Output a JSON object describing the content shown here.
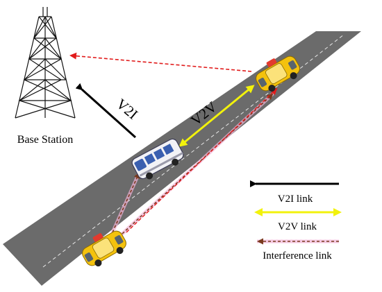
{
  "labels": {
    "base_station": "Base Station",
    "v2i": "V2I",
    "v2v": "V2V"
  },
  "legend": {
    "v2i_link": "V2I link",
    "v2v_link": "V2V link",
    "interference_link": "Interference link"
  },
  "colors": {
    "road": "#6b6b6b",
    "v2i": "#000000",
    "v2v": "#f2f20c",
    "interference": "#7a3a1e",
    "interference_halo": "#f2b3d6",
    "v2i_signal": "#e11b1b",
    "taxi_yellow": "#f4c20d",
    "bus_body": "#f2f2f6",
    "bus_window": "#3a5fb0"
  },
  "icons": {
    "tower": "base-station-tower-icon",
    "taxi": "taxi-icon",
    "bus": "bus-icon"
  }
}
